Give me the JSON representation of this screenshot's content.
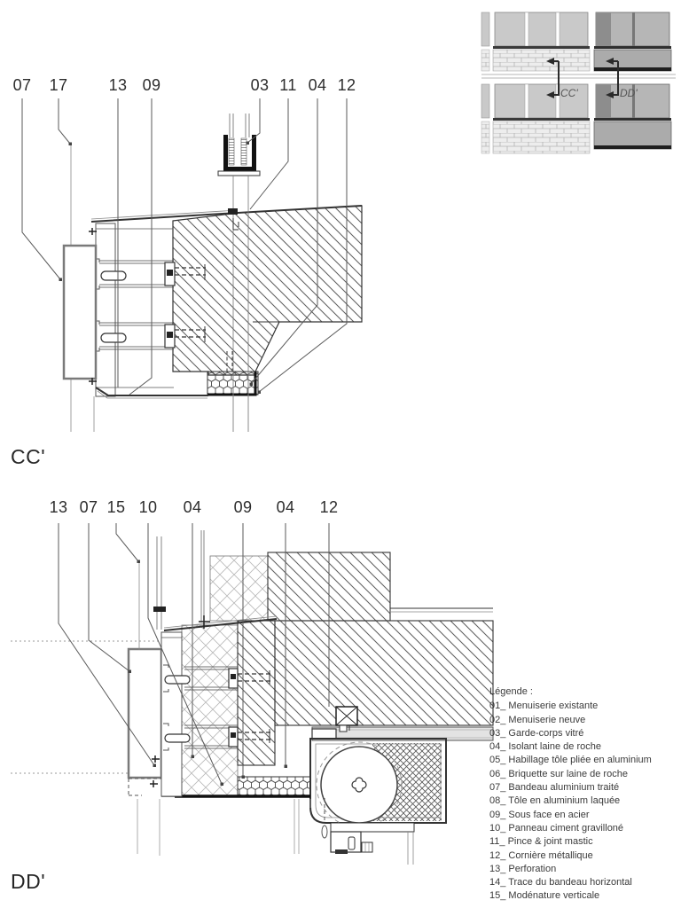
{
  "colors": {
    "background": "#ffffff",
    "line": "#3f3f3f",
    "hatch_line": "#5c5c5c",
    "cross_hatch_light": "#b8b8b8",
    "plate_gray": "#7a7a7a",
    "facade_glass_gray": "#c9c9c9",
    "facade_panel_gray": "#ababab",
    "facade_dark_band": "#1f1f1f"
  },
  "cc_section": {
    "label": "CC'",
    "callouts": [
      "07",
      "17",
      "13",
      "09",
      "03",
      "11",
      "04",
      "12"
    ]
  },
  "dd_section": {
    "label": "DD'",
    "callouts": [
      "13",
      "07",
      "15",
      "10",
      "04",
      "09",
      "04",
      "12"
    ]
  },
  "facade_inset": {
    "cc_label": "CC'",
    "dd_label": "DD'"
  },
  "legend": {
    "title": "Légende :",
    "items": [
      "01_ Menuiserie existante",
      "02_ Menuiserie neuve",
      "03_ Garde-corps vitré",
      "04_ Isolant laine de roche",
      "05_ Habillage tôle pliée en aluminium",
      "06_ Briquette sur laine de roche",
      "07_ Bandeau aluminium traité",
      "08_ Tôle en aluminium laquée",
      "09_ Sous face en acier",
      "10_ Panneau ciment gravilloné",
      "11_ Pince & joint mastic",
      "12_ Cornière métallique",
      "13_ Perforation",
      "14_ Trace du bandeau horizontal",
      "15_ Modénature verticale"
    ]
  }
}
